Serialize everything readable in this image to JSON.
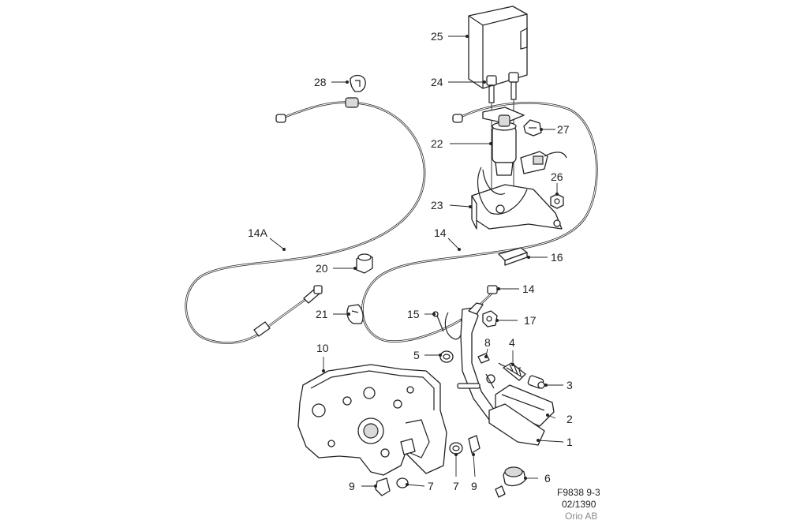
{
  "diagram": {
    "labels": [
      "25",
      "24",
      "28",
      "27",
      "22",
      "26",
      "23",
      "14A",
      "14",
      "16",
      "20",
      "14",
      "21",
      "15",
      "17",
      "10",
      "8",
      "4",
      "5",
      "3",
      "2",
      "1",
      "9",
      "7",
      "7",
      "9",
      "6"
    ],
    "footer": {
      "line1": "F9838 9-3",
      "line2": "02/1390",
      "line3": "Orio AB"
    }
  }
}
